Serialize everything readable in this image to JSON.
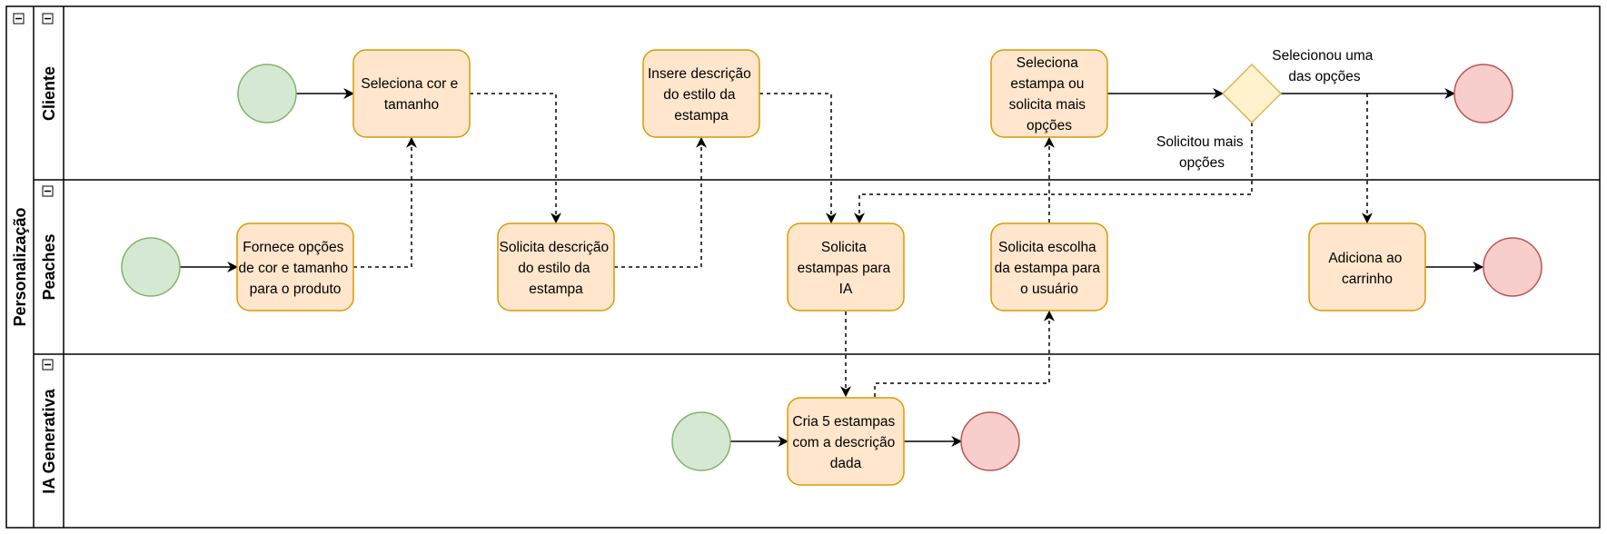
{
  "pool": {
    "title": "Personalização",
    "lanes": [
      {
        "id": "cliente",
        "title": "Cliente"
      },
      {
        "id": "peaches",
        "title": "Peaches"
      },
      {
        "id": "ia",
        "title": "IA Generativa"
      }
    ]
  },
  "tasks": {
    "seleciona_cor": [
      "Seleciona cor e",
      "tamanho"
    ],
    "insere_descricao": [
      "Insere descrição",
      "do estilo da",
      "estampa"
    ],
    "seleciona_estampa": [
      "Seleciona",
      "estampa ou",
      "solicita mais",
      "opções"
    ],
    "fornece_opcoes": [
      "Fornece opções",
      "de cor e tamanho",
      "para o produto"
    ],
    "solicita_descricao": [
      "Solicita descrição",
      "do estilo da",
      "estampa"
    ],
    "solicita_estampas": [
      "Solicita",
      "estampas para",
      "IA"
    ],
    "solicita_escolha": [
      "Solicita escolha",
      "da estampa para",
      "o usuário"
    ],
    "adiciona_carrinho": [
      "Adiciona ao",
      "carrinho"
    ],
    "cria_estampas": [
      "Cria 5 estampas",
      "com a descrição",
      "dada"
    ]
  },
  "edge_labels": {
    "selecionou": [
      "Selecionou uma",
      "das opções"
    ],
    "solicitou": [
      "Solicitou mais",
      "opções"
    ]
  },
  "colors": {
    "start_fill": "#d5e8d4",
    "start_stroke": "#82b366",
    "end_fill": "#f8cecc",
    "end_stroke": "#b85450",
    "task_fill": "#ffe6cc",
    "task_stroke": "#d79b00",
    "gateway_fill": "#fff2cc",
    "gateway_stroke": "#d6b656"
  }
}
